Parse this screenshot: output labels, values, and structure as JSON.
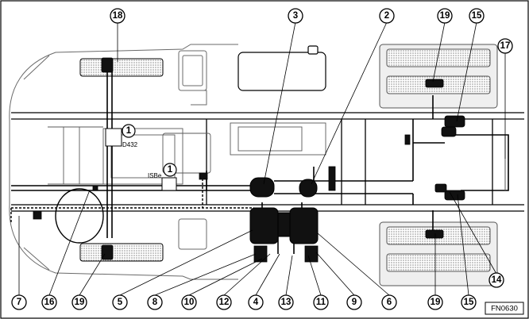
{
  "figure_code": "FN0630",
  "component_labels": {
    "d432": "D432",
    "isbe": "ISBe"
  },
  "reference_numbers": {
    "n1": "1",
    "n2": "2",
    "n3": "3",
    "n4": "4",
    "n5": "5",
    "n6": "6",
    "n7": "7",
    "n8": "8",
    "n9": "9",
    "n10": "10",
    "n11": "11",
    "n12": "12",
    "n13": "13",
    "n14": "14",
    "n15": "15",
    "n16": "16",
    "n17": "17",
    "n18": "18",
    "n19": "19"
  }
}
